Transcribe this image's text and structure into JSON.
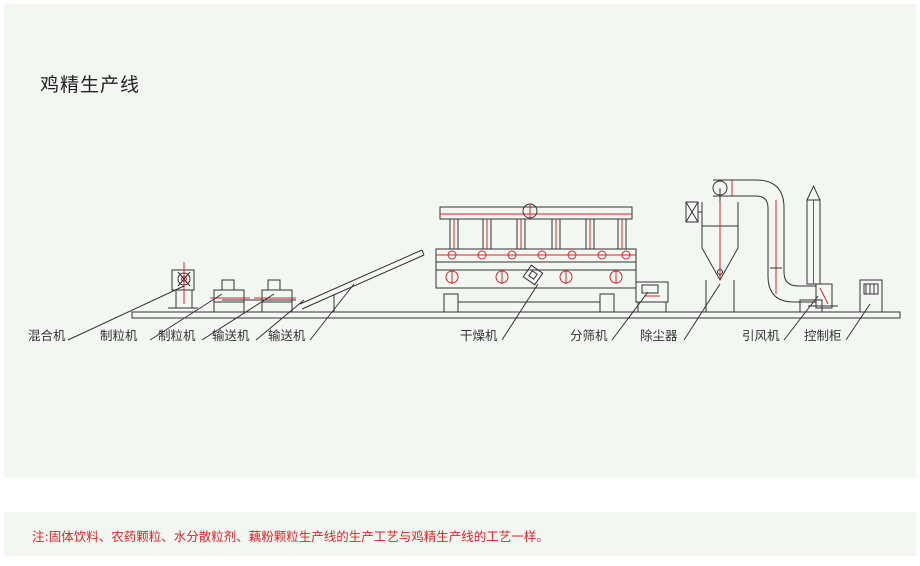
{
  "title": "鸡精生产线",
  "labels": {
    "mixer": "混合机",
    "granulator_1": "制粒机",
    "granulator_2": "制粒机",
    "conveyor_1": "输送机",
    "conveyor_2": "输送机",
    "dryer": "干燥机",
    "screener": "分筛机",
    "dust_collector": "除尘器",
    "induced_fan": "引风机",
    "control_cabinet": "控制柜"
  },
  "note": "注:固体饮料、农药颗粒、水分散粒剂、藕粉颗粒生产线的生产工艺与鸡精生产线的工艺一样。",
  "colors": {
    "line": "#333333",
    "accent": "#d9262c",
    "background": "#f3f7f2"
  }
}
